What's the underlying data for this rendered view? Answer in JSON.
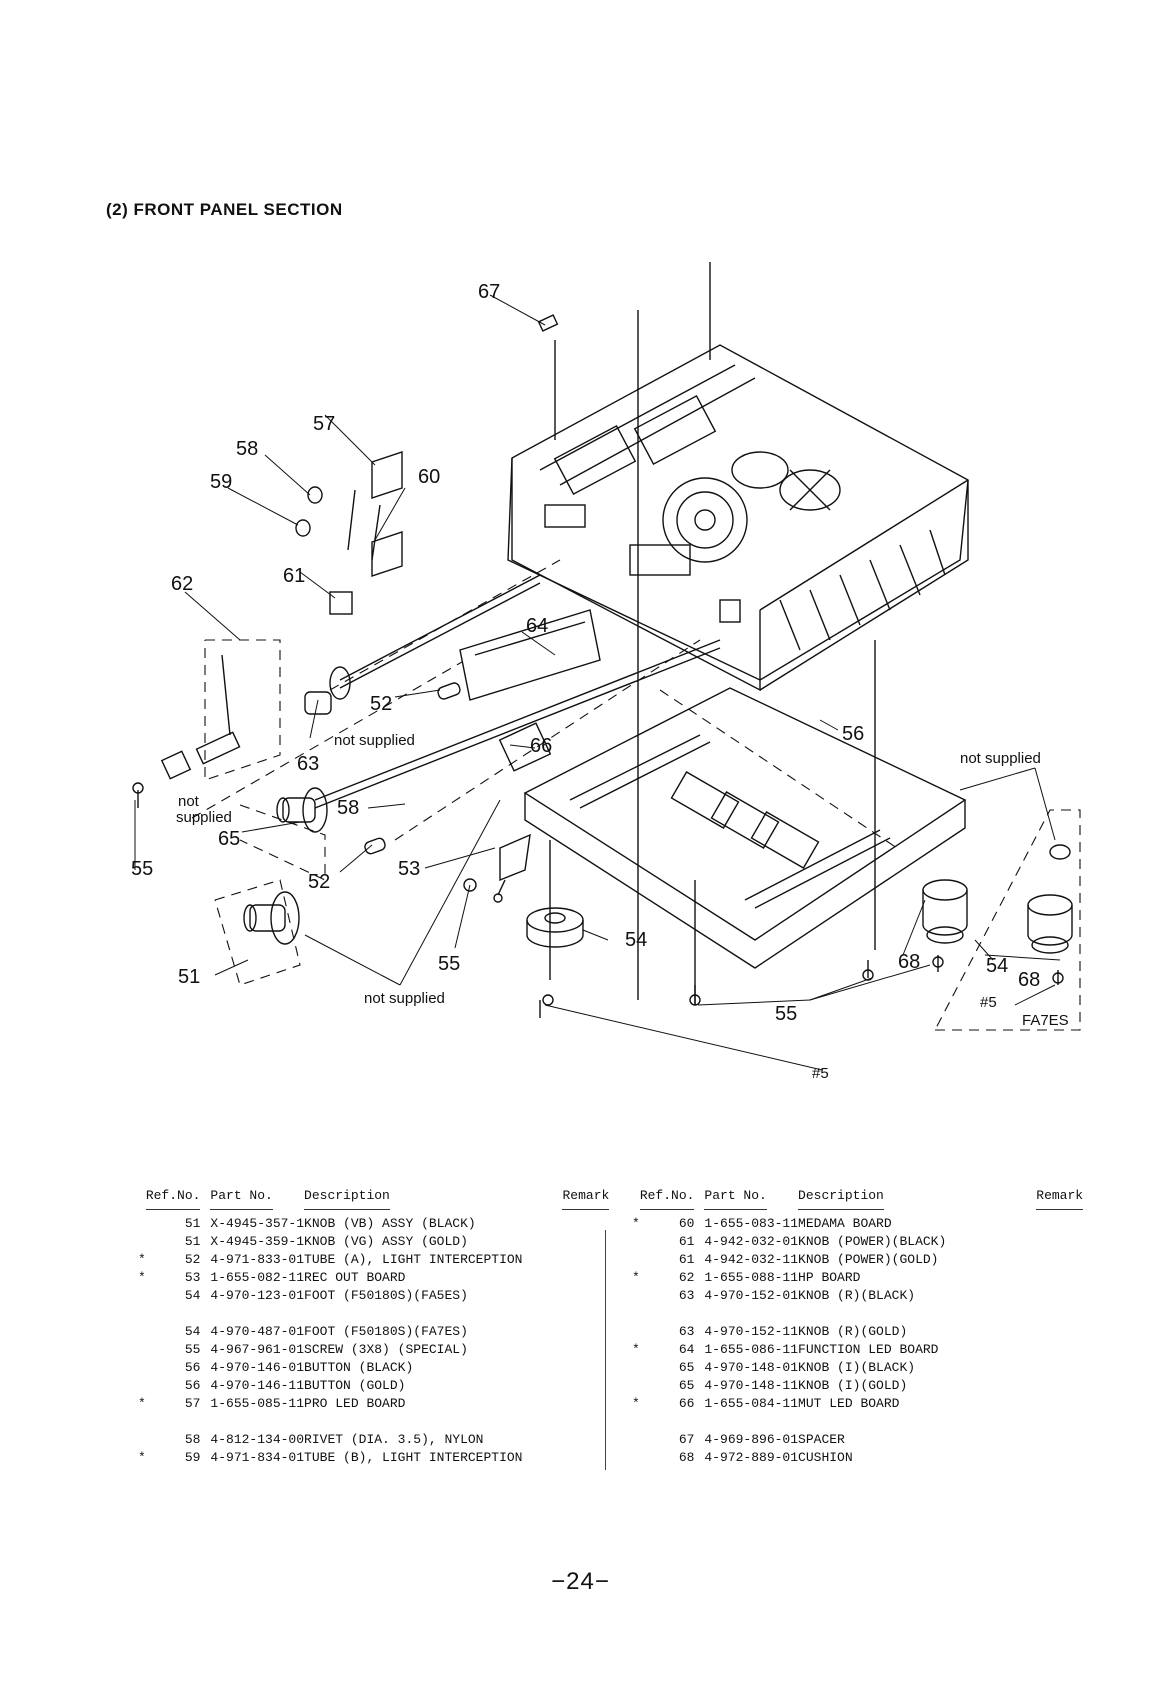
{
  "section_title": "(2)  FRONT  PANEL  SECTION",
  "callouts": {
    "c51": "51",
    "c52a": "52",
    "c52b": "52",
    "c53": "53",
    "c54a": "54",
    "c54b": "54",
    "c55a": "55",
    "c55b": "55",
    "c55c": "55",
    "c56": "56",
    "c57": "57",
    "c58a": "58",
    "c58b": "58",
    "c59": "59",
    "c60": "60",
    "c61": "61",
    "c62": "62",
    "c63": "63",
    "c64": "64",
    "c65": "65",
    "c66": "66",
    "c67": "67",
    "c68a": "68",
    "c68b": "68"
  },
  "notes": {
    "not_supplied_1": "not supplied",
    "not_supplied_2_line1": "not",
    "not_supplied_2_line2": "supplied",
    "not_supplied_3": "not supplied",
    "not_supplied_4": "not supplied",
    "hash5_a": "#5",
    "hash5_b": "#5",
    "fa7es": "FA7ES"
  },
  "table_headers": {
    "ref_no": "Ref.No.",
    "part_no": "Part No.",
    "description": "Description",
    "remark": "Remark"
  },
  "parts_left": [
    {
      "mark": "",
      "ref": "51",
      "part": "X-4945-357-1",
      "desc": "KNOB (VB) ASSY (BLACK)"
    },
    {
      "mark": "",
      "ref": "51",
      "part": "X-4945-359-1",
      "desc": "KNOB (VG) ASSY (GOLD)"
    },
    {
      "mark": "*",
      "ref": "52",
      "part": "4-971-833-01",
      "desc": "TUBE (A), LIGHT INTERCEPTION"
    },
    {
      "mark": "*",
      "ref": "53",
      "part": "1-655-082-11",
      "desc": "REC OUT BOARD"
    },
    {
      "mark": "",
      "ref": "54",
      "part": "4-970-123-01",
      "desc": "FOOT (F50180S)(FA5ES)"
    },
    {
      "mark": "",
      "ref": "54",
      "part": "4-970-487-01",
      "desc": "FOOT (F50180S)(FA7ES)"
    },
    {
      "mark": "",
      "ref": "55",
      "part": "4-967-961-01",
      "desc": "SCREW (3X8) (SPECIAL)"
    },
    {
      "mark": "",
      "ref": "56",
      "part": "4-970-146-01",
      "desc": "BUTTON (BLACK)"
    },
    {
      "mark": "",
      "ref": "56",
      "part": "4-970-146-11",
      "desc": "BUTTON (GOLD)"
    },
    {
      "mark": "*",
      "ref": "57",
      "part": "1-655-085-11",
      "desc": "PRO LED BOARD"
    },
    {
      "mark": "",
      "ref": "58",
      "part": "4-812-134-00",
      "desc": "RIVET (DIA. 3.5), NYLON"
    },
    {
      "mark": "*",
      "ref": "59",
      "part": "4-971-834-01",
      "desc": "TUBE (B), LIGHT INTERCEPTION"
    }
  ],
  "parts_right": [
    {
      "mark": "*",
      "ref": "60",
      "part": "1-655-083-11",
      "desc": "MEDAMA BOARD"
    },
    {
      "mark": "",
      "ref": "61",
      "part": "4-942-032-01",
      "desc": "KNOB (POWER)(BLACK)"
    },
    {
      "mark": "",
      "ref": "61",
      "part": "4-942-032-11",
      "desc": "KNOB (POWER)(GOLD)"
    },
    {
      "mark": "*",
      "ref": "62",
      "part": "1-655-088-11",
      "desc": "HP BOARD"
    },
    {
      "mark": "",
      "ref": "63",
      "part": "4-970-152-01",
      "desc": "KNOB (R)(BLACK)"
    },
    {
      "mark": "",
      "ref": "63",
      "part": "4-970-152-11",
      "desc": "KNOB (R)(GOLD)"
    },
    {
      "mark": "*",
      "ref": "64",
      "part": "1-655-086-11",
      "desc": "FUNCTION LED BOARD"
    },
    {
      "mark": "",
      "ref": "65",
      "part": "4-970-148-01",
      "desc": "KNOB (I)(BLACK)"
    },
    {
      "mark": "",
      "ref": "65",
      "part": "4-970-148-11",
      "desc": "KNOB (I)(GOLD)"
    },
    {
      "mark": "*",
      "ref": "66",
      "part": "1-655-084-11",
      "desc": "MUT LED BOARD"
    },
    {
      "mark": "",
      "ref": "67",
      "part": "4-969-896-01",
      "desc": "SPACER"
    },
    {
      "mark": "",
      "ref": "68",
      "part": "4-972-889-01",
      "desc": "CUSHION"
    }
  ],
  "page_number": "−24−"
}
